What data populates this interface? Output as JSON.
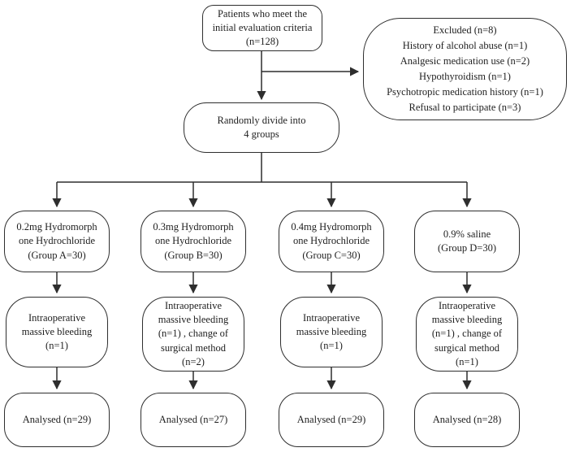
{
  "figure": {
    "type": "consort-flow-diagram",
    "colors": {
      "line": "#2e2e2e",
      "text": "#1f1f1f",
      "background": "#ffffff"
    },
    "nodes": {
      "patients": "Patients who meet the\ninitial evaluation criteria\n(n=128)",
      "excluded": "Excluded (n=8)\nHistory of alcohol abuse (n=1)\nAnalgesic medication use (n=2)\nHypothyroidism (n=1)\nPsychotropic medication history (n=1)\nRefusal to participate (n=3)",
      "randomize": "Randomly divide into\n4 groups",
      "group_a": "0.2mg Hydromorph\none Hydrochloride\n(Group A=30)",
      "group_b": "0.3mg Hydromorph\none Hydrochloride\n(Group B=30)",
      "group_c": "0.4mg Hydromorph\none Hydrochloride\n(Group C=30)",
      "group_d": "0.9% saline\n(Group D=30)",
      "bleed_a": "Intraoperative\nmassive bleeding\n(n=1)",
      "bleed_b": "Intraoperative\nmassive bleeding\n(n=1) , change of\nsurgical method\n(n=2)",
      "bleed_c": "Intraoperative\nmassive bleeding\n(n=1)",
      "bleed_d": "Intraoperative\nmassive bleeding\n(n=1) , change of\nsurgical method\n(n=1)",
      "analysed_a": "Analysed (n=29)",
      "analysed_b": "Analysed (n=27)",
      "analysed_c": "Analysed (n=29)",
      "analysed_d": "Analysed (n=28)"
    }
  }
}
